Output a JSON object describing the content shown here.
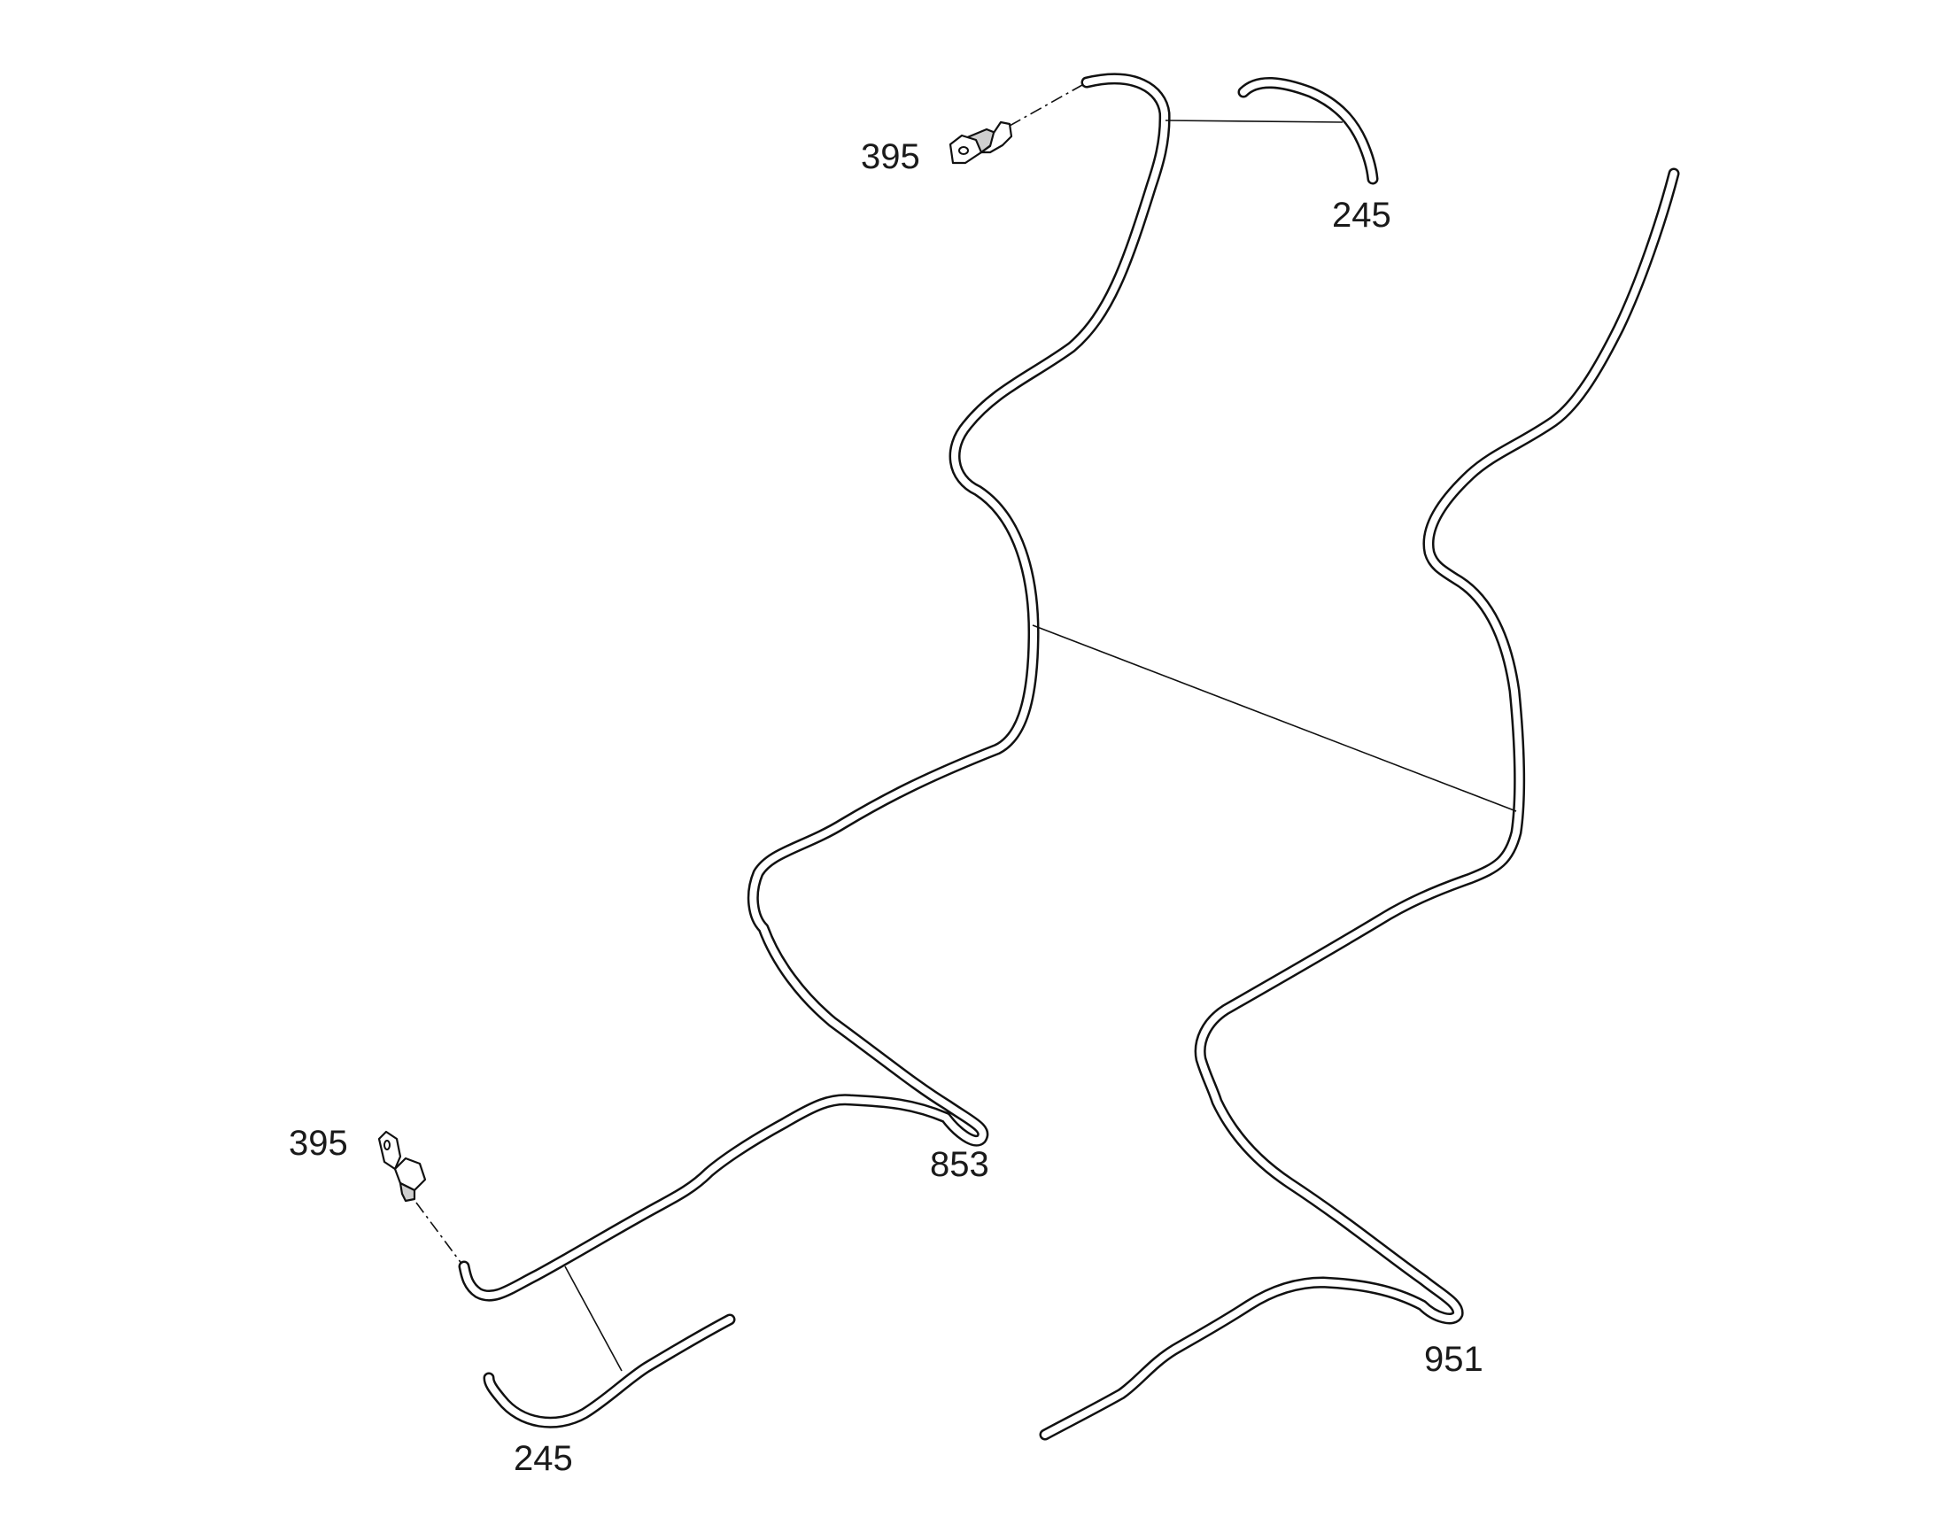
{
  "diagram": {
    "callouts": [
      {
        "id": "clip-top",
        "text": "395"
      },
      {
        "id": "hose-top",
        "text": "245"
      },
      {
        "id": "line-left",
        "text": "853"
      },
      {
        "id": "line-right",
        "text": "951"
      },
      {
        "id": "clip-bottom",
        "text": "395"
      },
      {
        "id": "hose-bottom",
        "text": "245"
      }
    ],
    "colors": {
      "line": "#111111",
      "background": "#ffffff"
    }
  }
}
